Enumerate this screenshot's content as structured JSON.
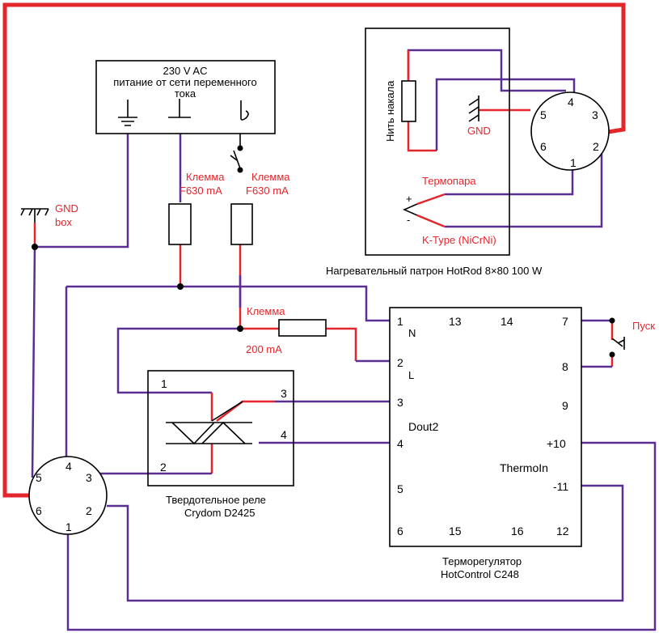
{
  "power_box": {
    "title": "230 V AC",
    "subtitle_line1": "питание от сети переменного",
    "subtitle_line2": "тока"
  },
  "heater": {
    "filament_label": "Нить накала",
    "gnd": "GND",
    "thermocouple": "Термопара",
    "ktype": "K-Type (NiCrNi)",
    "caption": "Нагревательный патрон HotRod 8×80 100 W",
    "connector_pins": [
      "1",
      "2",
      "3",
      "4",
      "5",
      "6"
    ]
  },
  "gnd_box": {
    "line1": "GND",
    "line2": "box"
  },
  "fuses": [
    {
      "line1": "Клемма",
      "line2": "F630 mA"
    },
    {
      "line1": "Клемма",
      "line2": "F630 mA"
    },
    {
      "line1": "Клемма",
      "line2": "200 mA"
    }
  ],
  "start_button": "Пуск",
  "relay": {
    "pins": [
      "1",
      "2",
      "3",
      "4"
    ],
    "caption_line1": "Твердотельное реле",
    "caption_line2": "Crydom D2425"
  },
  "controller": {
    "pin_labels": [
      "1",
      "13",
      "14",
      "7",
      "2",
      "8",
      "3",
      "9",
      "4",
      "+10",
      "5",
      "-11",
      "6",
      "15",
      "16",
      "12"
    ],
    "n_label": "N",
    "l_label": "L",
    "dout": "Dout2",
    "brand": "ThermoIn",
    "caption_line1": "Терморегулятор",
    "caption_line2": "HotControl C248"
  },
  "left_connector_pins": [
    "1",
    "2",
    "3",
    "4",
    "5",
    "6"
  ],
  "colors": {
    "red_wire": "#e3262c",
    "purple_wire": "#5b2e91",
    "outline": "#000000"
  }
}
